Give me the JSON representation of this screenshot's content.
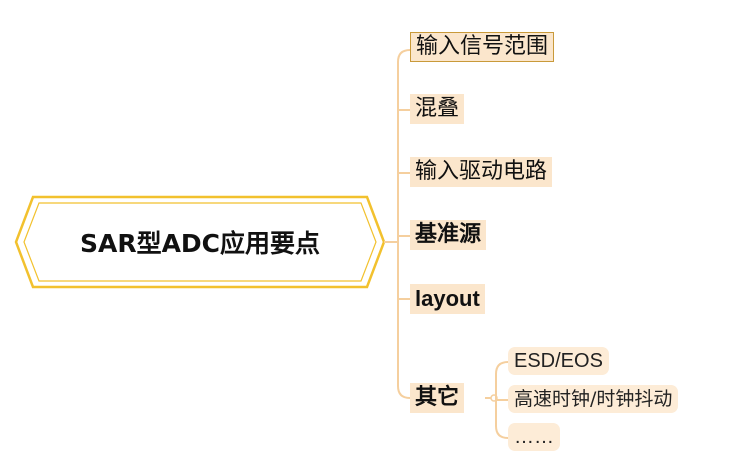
{
  "mindmap": {
    "root": "SAR型ADC应用要点",
    "branches": [
      {
        "label": "输入信号范围"
      },
      {
        "label": "混叠"
      },
      {
        "label": "输入驱动电路"
      },
      {
        "label": "基准源"
      },
      {
        "label": "layout"
      },
      {
        "label": "其它",
        "children": [
          "ESD/EOS",
          "高速时钟/时钟抖动",
          "……"
        ]
      }
    ]
  },
  "colors": {
    "root_border": "#f2c12e",
    "branch_fill": "#fbe6cc",
    "branch_line": "#f5cf9e",
    "first_border": "#c99a3a"
  }
}
